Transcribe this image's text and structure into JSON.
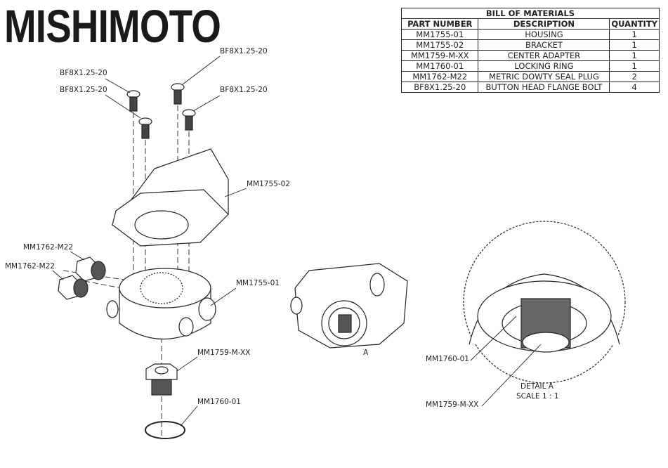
{
  "brand": "MISHIMOTO",
  "bom": {
    "title": "BILL OF MATERIALS",
    "headers": [
      "PART NUMBER",
      "DESCRIPTION",
      "QUANTITY"
    ],
    "rows": [
      [
        "MM1755-01",
        "HOUSING",
        "1"
      ],
      [
        "MM1755-02",
        "BRACKET",
        "1"
      ],
      [
        "MM1759-M-XX",
        "CENTER ADAPTER",
        "1"
      ],
      [
        "MM1760-01",
        "LOCKING RING",
        "1"
      ],
      [
        "MM1762-M22",
        "METRIC DOWTY SEAL PLUG",
        "2"
      ],
      [
        "BF8X1.25-20",
        "BUTTON HEAD FLANGE BOLT",
        "4"
      ]
    ]
  },
  "callouts": {
    "bolt1": "BF8X1.25-20",
    "bolt2": "BF8X1.25-20",
    "bolt3": "BF8X1.25-20",
    "bolt4": "BF8X1.25-20",
    "bracket": "MM1755-02",
    "plug1": "MM1762-M22",
    "plug2": "MM1762-M22",
    "housing": "MM1755-01",
    "adapter": "MM1759-M-XX",
    "ring": "MM1760-01",
    "view_a": "A",
    "detail_ring": "MM1760-01",
    "detail_adapter": "MM1759-M-XX",
    "detail_title": "DETAIL A",
    "detail_scale": "SCALE 1 : 1"
  }
}
